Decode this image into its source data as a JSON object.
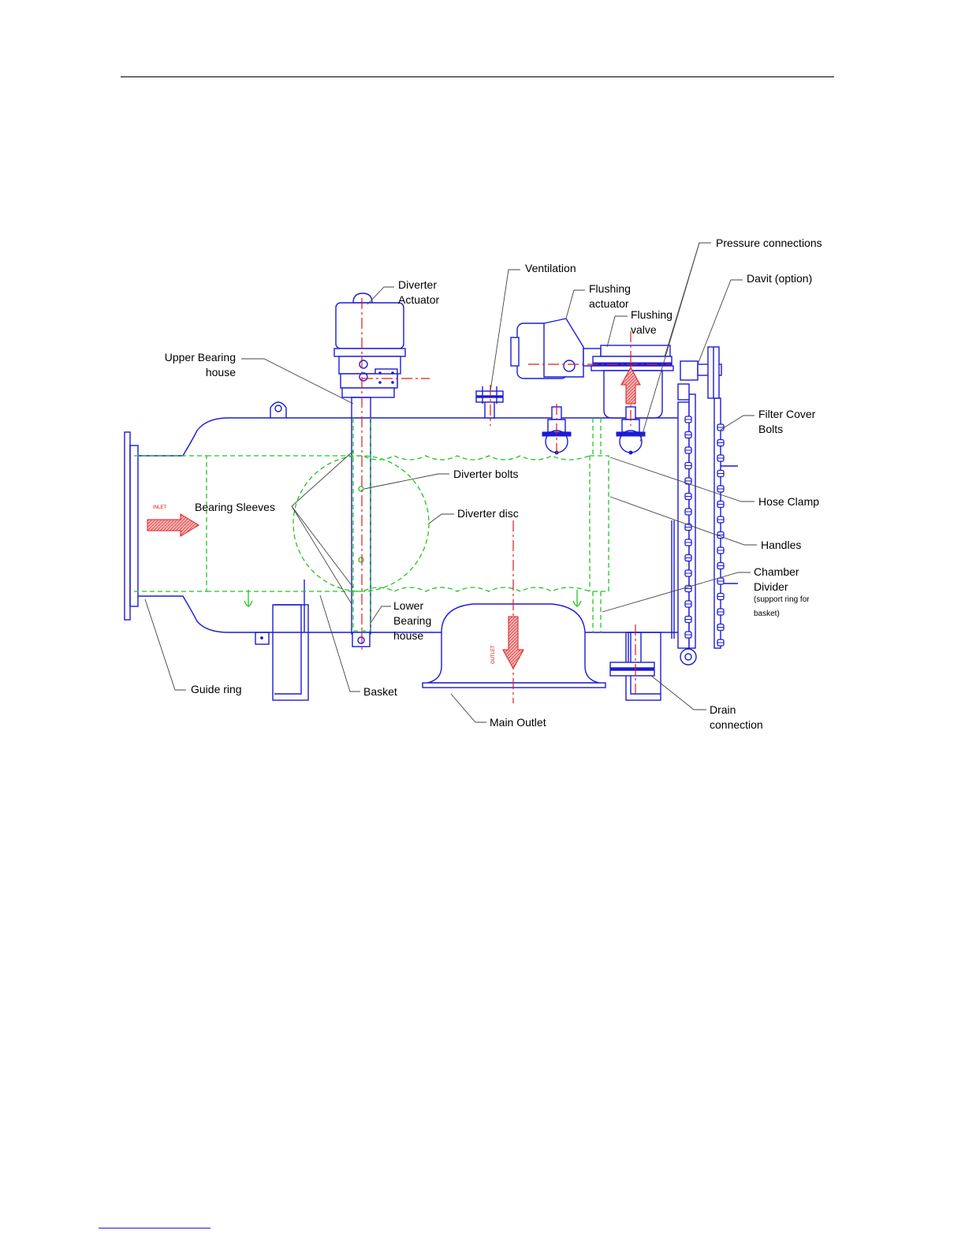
{
  "labels": {
    "diverter_actuator": [
      "Diverter",
      "Actuator"
    ],
    "upper_bearing_house": [
      "Upper Bearing",
      "house"
    ],
    "ventilation": "Ventilation",
    "flushing_actuator": [
      "Flushing",
      "actuator"
    ],
    "flushing_valve": [
      "Flushing",
      "valve"
    ],
    "pressure_connections": "Pressure connections",
    "davit": "Davit (option)",
    "filter_cover_bolts": [
      "Filter Cover",
      "Bolts"
    ],
    "diverter_bolts": "Diverter bolts",
    "bearing_sleeves": "Bearing Sleeves",
    "diverter_disc": "Diverter disc",
    "hose_clamp": "Hose Clamp",
    "handles": "Handles",
    "chamber_divider": [
      "Chamber",
      "Divider",
      "(support ring for",
      "basket)"
    ],
    "lower_bearing_house": [
      "Lower",
      "Bearing",
      "house"
    ],
    "guide_ring": "Guide ring",
    "basket": "Basket",
    "main_outlet": "Main Outlet",
    "drain_connection": [
      "Drain",
      "connection"
    ],
    "inlet_tag": "INLET",
    "outlet_tag": "OUTLET"
  },
  "colors": {
    "vessel": "#1b1bd6",
    "internals": "#22c522",
    "centerline_and_flow": "#e11a1a",
    "leaders": "#444444"
  }
}
